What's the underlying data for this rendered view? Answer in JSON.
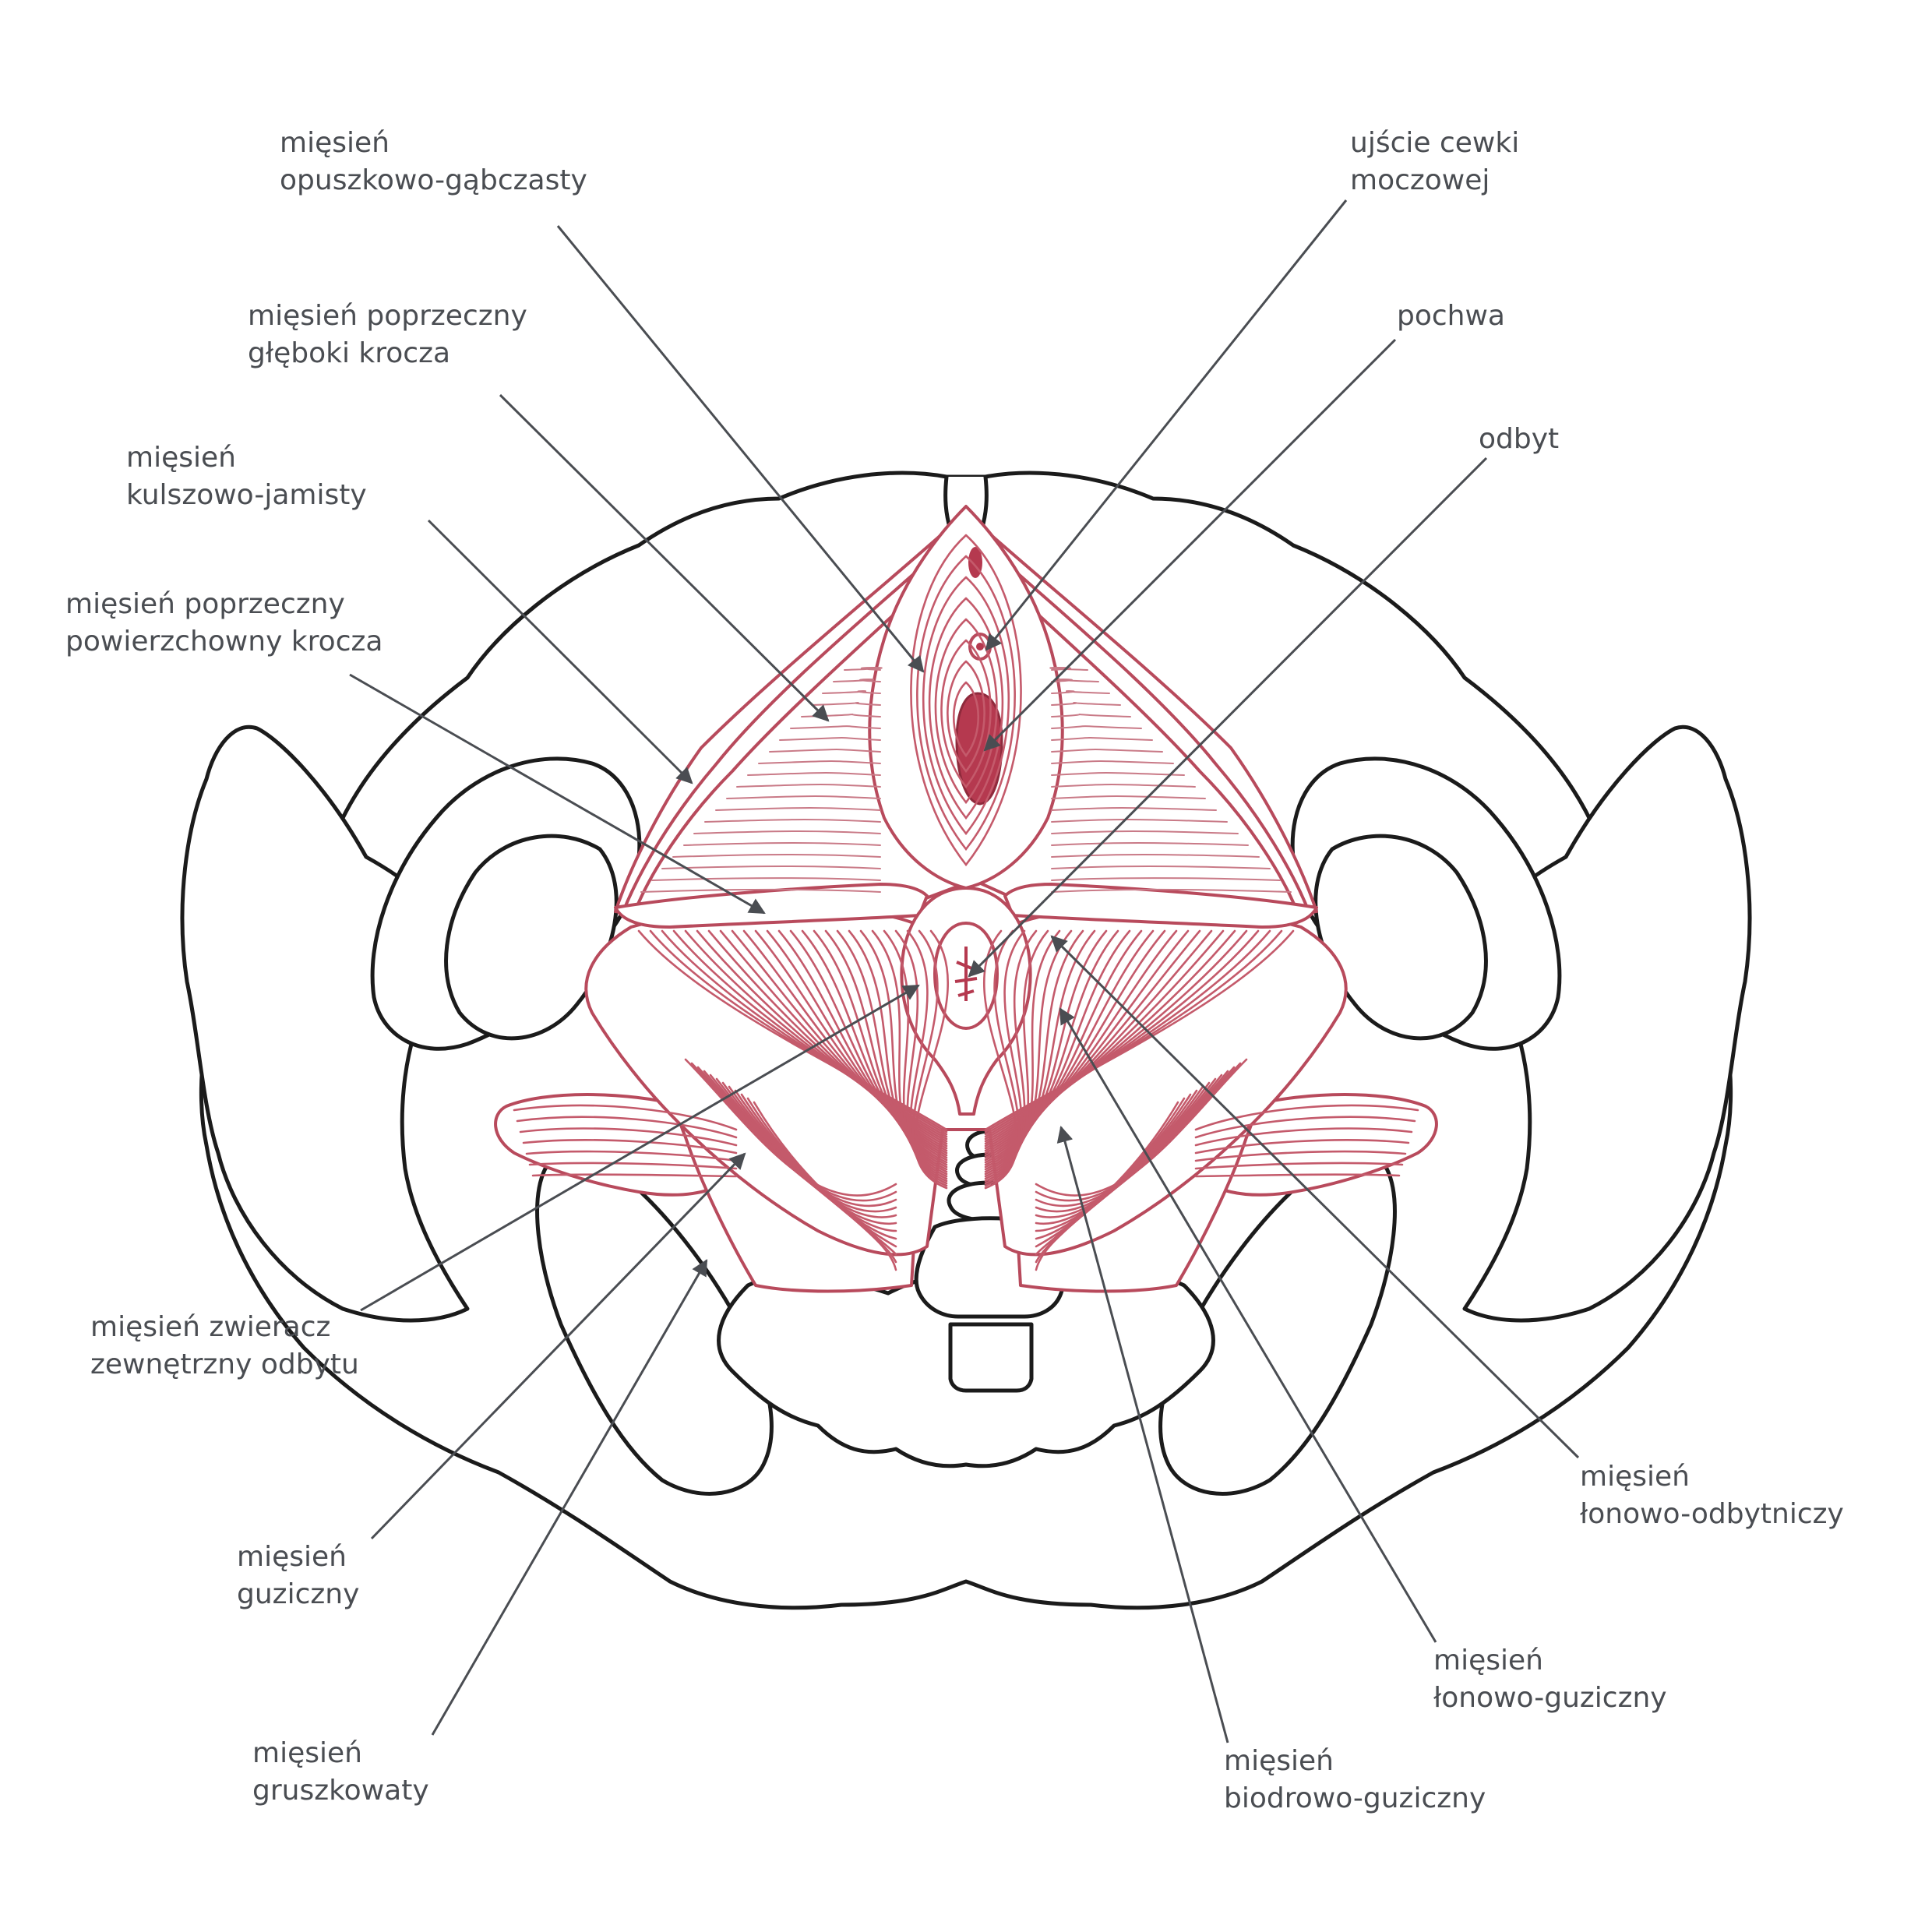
{
  "colors": {
    "label_text": "#4a4d52",
    "bone_outline": "#1b1b1b",
    "muscle_outline": "#b84a5c",
    "muscle_fiber": "#c45a6b",
    "opening_fill": "#b5394f"
  },
  "labels": {
    "bulbospongiosus": [
      "mięsień",
      "opuszkowo-gąbczasty"
    ],
    "urethra": [
      "ujście cewki",
      "moczowej"
    ],
    "deep_transverse": [
      "mięsień poprzeczny",
      "głęboki krocza"
    ],
    "vagina": [
      "pochwa"
    ],
    "ischiocavernosus": [
      "mięsień",
      "kulszowo-jamisty"
    ],
    "anus": [
      "odbyt"
    ],
    "superficial_transverse": [
      "mięsień poprzeczny",
      "powierzchowny krocza"
    ],
    "external_sphincter": [
      "mięsień zwieracz",
      "zewnętrzny odbytu"
    ],
    "coccygeus": [
      "mięsień",
      "guziczny"
    ],
    "piriformis": [
      "mięsień",
      "gruszkowaty"
    ],
    "puborectalis": [
      "mięsień",
      "łonowo-odbytniczy"
    ],
    "pubococcygeus": [
      "mięsień",
      "łonowo-guziczny"
    ],
    "iliococcygeus": [
      "mięsień",
      "biodrowo-guziczny"
    ]
  }
}
